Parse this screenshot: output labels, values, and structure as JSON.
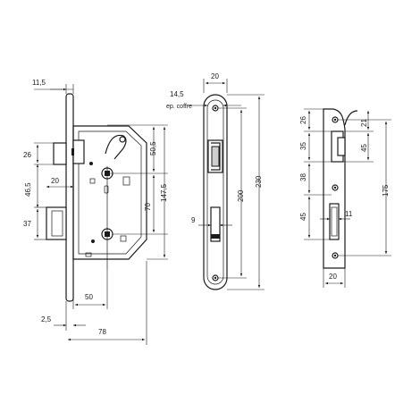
{
  "lock_body": {
    "dims": {
      "d_11_5": "11,5",
      "d_26": "26",
      "d_46_5": "46,5",
      "d_20": "20",
      "d_37": "37",
      "d_50_5": "50,5",
      "d_70": "70",
      "d_147_5": "147,5",
      "d_50": "50",
      "d_2_5": "2,5",
      "d_78": "78"
    }
  },
  "faceplate": {
    "dims": {
      "d_20": "20",
      "d_14_5": "14,5",
      "ep_coffre": "ep. coffre",
      "d_9": "9",
      "d_200": "200",
      "d_230": "230"
    }
  },
  "strike_plate": {
    "dims": {
      "d_26": "26",
      "d_21": "21",
      "d_35": "35",
      "d_45_top": "45",
      "d_38": "38",
      "d_45_bottom": "45",
      "d_11": "11",
      "d_175": "175",
      "d_20": "20"
    }
  }
}
